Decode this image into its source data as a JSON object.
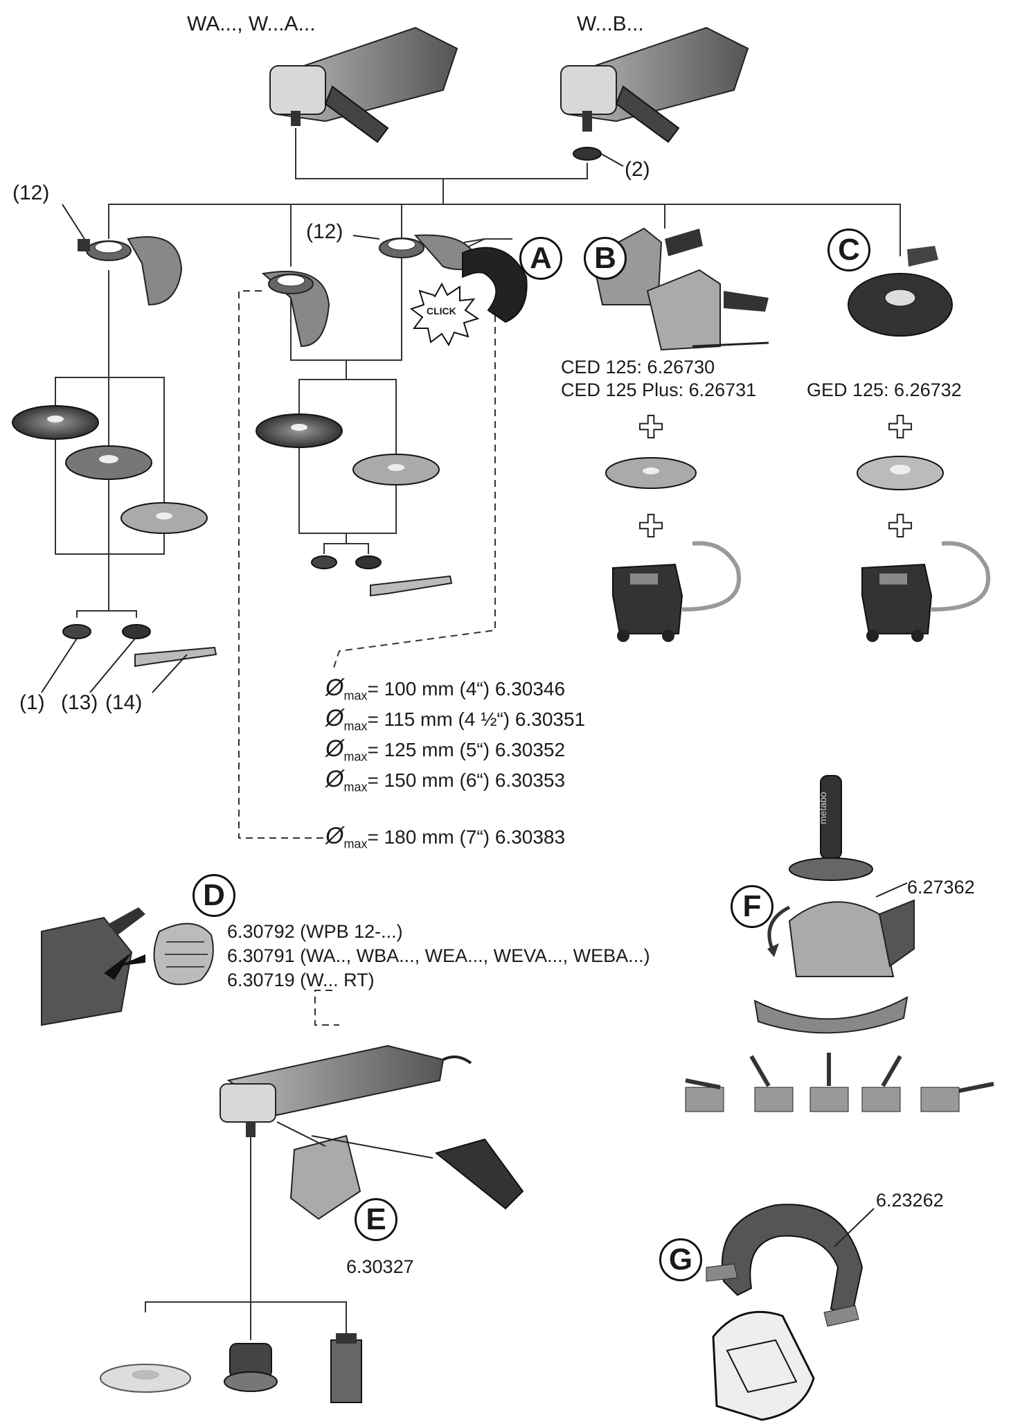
{
  "header": {
    "left_model": "WA..., W...A...",
    "right_model": "W...B..."
  },
  "callouts": {
    "n2": "(2)",
    "n12_left": "(12)",
    "n12_mid": "(12)",
    "n1": "(1)",
    "n13": "(13)",
    "n14": "(14)",
    "click": "CLICK"
  },
  "letters": {
    "a": "A",
    "b": "B",
    "c": "C",
    "d": "D",
    "e": "E",
    "f": "F",
    "g": "G"
  },
  "accessory_b": {
    "line1": "CED 125: 6.26730",
    "line2": "CED 125 Plus: 6.26731"
  },
  "accessory_c": {
    "line1": "GED 125: 6.26732"
  },
  "guards": [
    {
      "symbol": "Ø",
      "sub": "max",
      "text": "= 100 mm (4“) 6.30346"
    },
    {
      "symbol": "Ø",
      "sub": "max",
      "text": "= 115 mm (4 ½“) 6.30351"
    },
    {
      "symbol": "Ø",
      "sub": "max",
      "text": "= 125 mm (5“) 6.30352"
    },
    {
      "symbol": "Ø",
      "sub": "max",
      "text": "= 150 mm (6“) 6.30353"
    },
    {
      "symbol": "Ø",
      "sub": "max",
      "text": "= 180 mm (7“) 6.30383"
    }
  ],
  "dust_filter": [
    "6.30792 (WPB 12-...)",
    "6.30791 (WA.., WBA..., WEA..., WEVA..., WEBA...)",
    "6.30719 (W... RT)"
  ],
  "hand_guard_code": "6.30327",
  "side_handle_code": "6.27362",
  "bow_handle_code": "6.23262",
  "handle_brand": "metabo",
  "plus_symbol": "+"
}
